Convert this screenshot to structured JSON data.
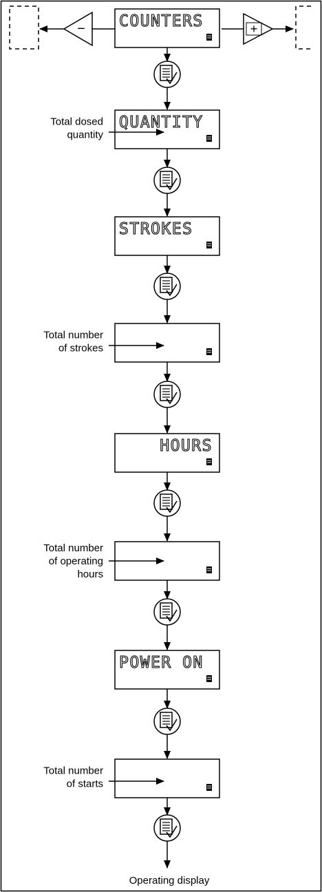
{
  "nav": {
    "minus_symbol": "−",
    "plus_symbol": "+"
  },
  "displays": [
    {
      "id": "counters",
      "text": "COUNTERS"
    },
    {
      "id": "quantity",
      "text": "QUANTITY",
      "note_lines": [
        "Total dosed",
        "quantity"
      ]
    },
    {
      "id": "strokes",
      "text": "STROKES"
    },
    {
      "id": "strokes-value",
      "text": "",
      "note_lines": [
        "Total number",
        "of strokes"
      ]
    },
    {
      "id": "hours",
      "text": "HOURS"
    },
    {
      "id": "hours-value",
      "text": "",
      "note_lines": [
        "Total number",
        "of operating",
        "hours"
      ]
    },
    {
      "id": "power-on",
      "text": "POWER ON"
    },
    {
      "id": "starts-value",
      "text": "",
      "note_lines": [
        "Total number",
        "of starts"
      ]
    }
  ],
  "footer": {
    "label": "Operating display"
  },
  "icons": {
    "confirm_key": "menu-confirm-key-icon",
    "lcd_symbol": "menu-symbol-icon",
    "minus_key": "minus-key-icon",
    "plus_key": "plus-key-icon"
  }
}
